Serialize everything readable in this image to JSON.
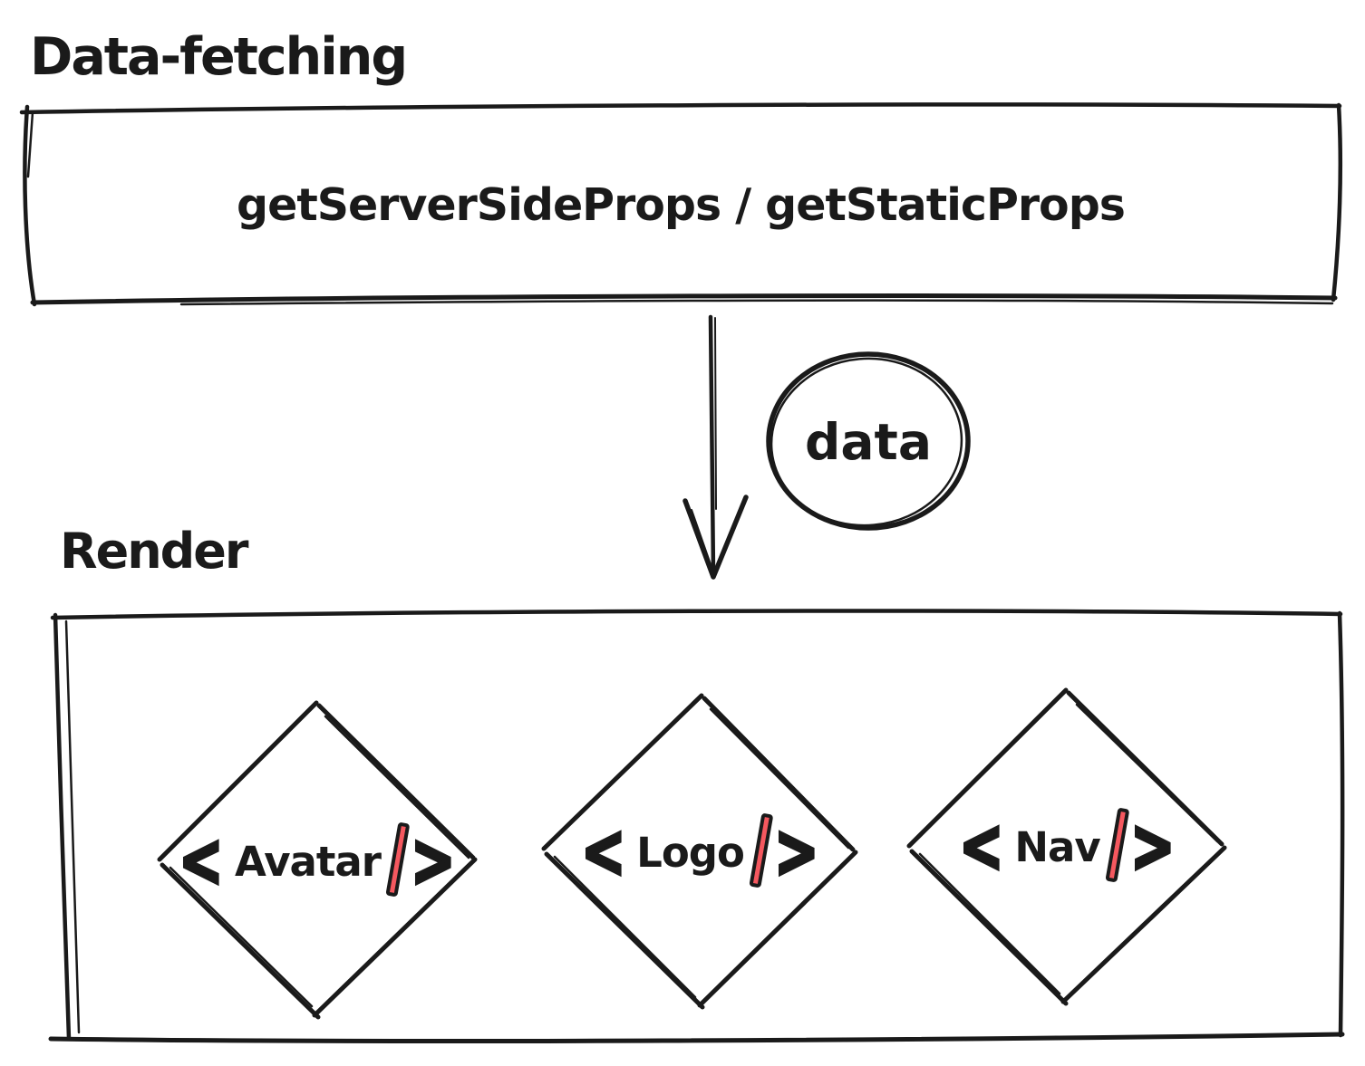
{
  "canvas": {
    "background": "#ffffff",
    "ink": "#1a1a1a",
    "accent": "#f5585f"
  },
  "data_fetching": {
    "label": "Data-fetching",
    "box_text": "getServerSideProps / getStaticProps"
  },
  "flow": {
    "arrow_label": "data"
  },
  "render": {
    "label": "Render",
    "bracket_open": "<",
    "bracket_close": ">",
    "slash": "/",
    "components": [
      {
        "tag": "Avatar"
      },
      {
        "tag": "Logo"
      },
      {
        "tag": "Nav"
      }
    ]
  }
}
